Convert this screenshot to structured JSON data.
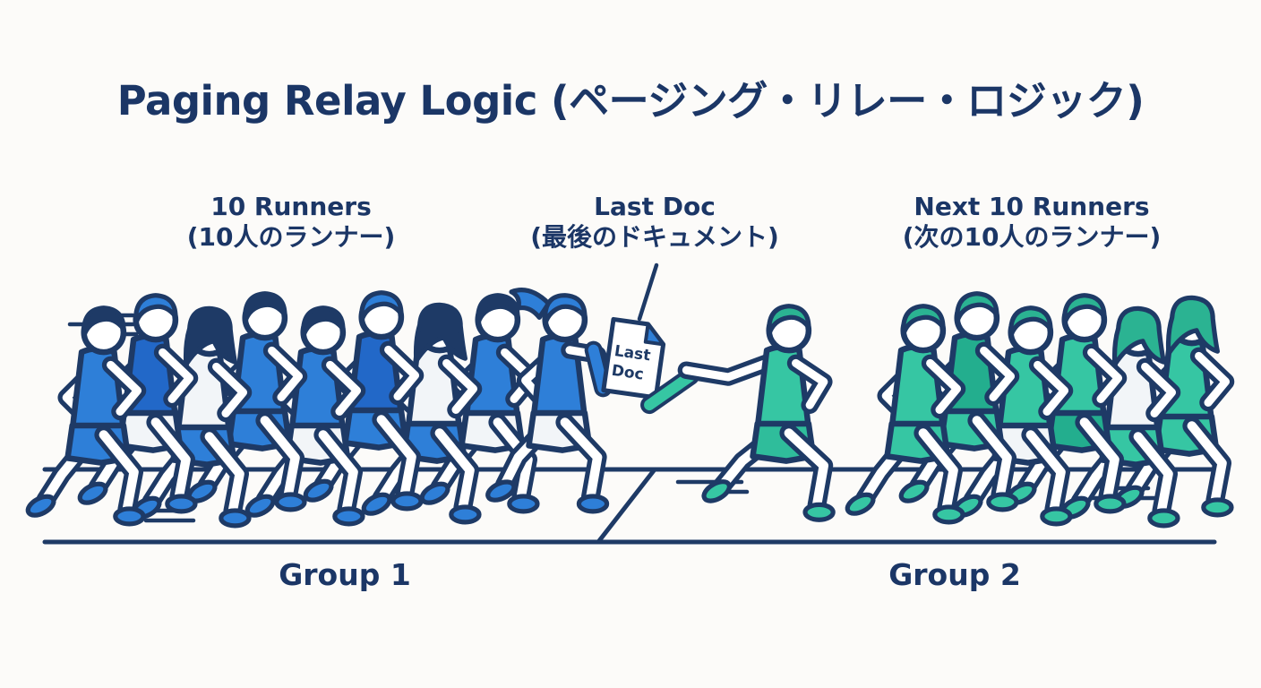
{
  "title": "Paging Relay Logic (ページング・リレー・ロジック)",
  "labels": {
    "group1_runners": {
      "line1": "10 Runners",
      "line2": "(10人のランナー)"
    },
    "last_doc": {
      "line1": "Last Doc",
      "line2": "(最後のドキュメント)"
    },
    "group2_runners": {
      "line1": "Next 10 Runners",
      "line2": "(次の10人のランナー)"
    }
  },
  "document": {
    "line1": "Last",
    "line2": "Doc"
  },
  "group_labels": {
    "group1": "Group 1",
    "group2": "Group 2"
  },
  "icons": {
    "document": "last-doc-document",
    "baton_blue": "relay-baton-blue",
    "baton_teal": "relay-baton-teal"
  },
  "colors": {
    "navy_text": "#1b3666",
    "outline": "#1e3a66",
    "blue": "#2e7fd8",
    "blue_dark": "#2268c8",
    "teal": "#36c6a3",
    "teal_dark": "#23ae8e",
    "cloth_white": "#f2f5f8",
    "background": "#fcfbf9"
  }
}
